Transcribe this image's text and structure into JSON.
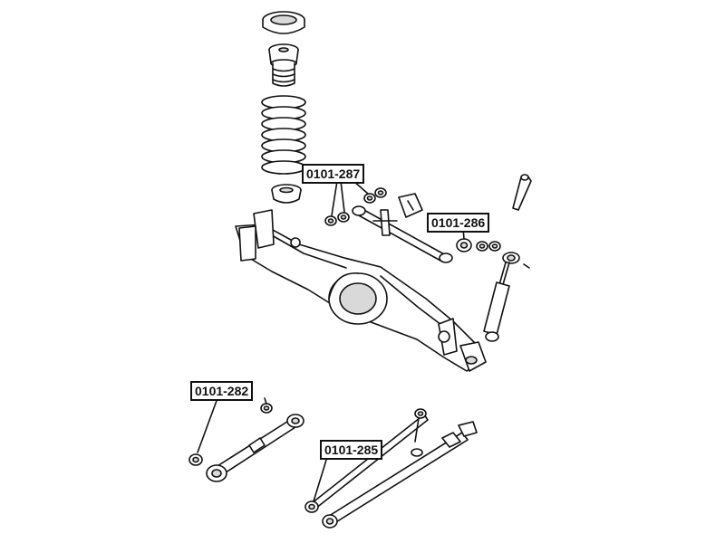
{
  "labels": {
    "p287": "0101-287",
    "p286": "0101-286",
    "p282": "0101-282",
    "p285": "0101-285"
  },
  "colors": {
    "line": "#111111",
    "fill": "#ffffff",
    "shade": "#d9d9d9"
  }
}
